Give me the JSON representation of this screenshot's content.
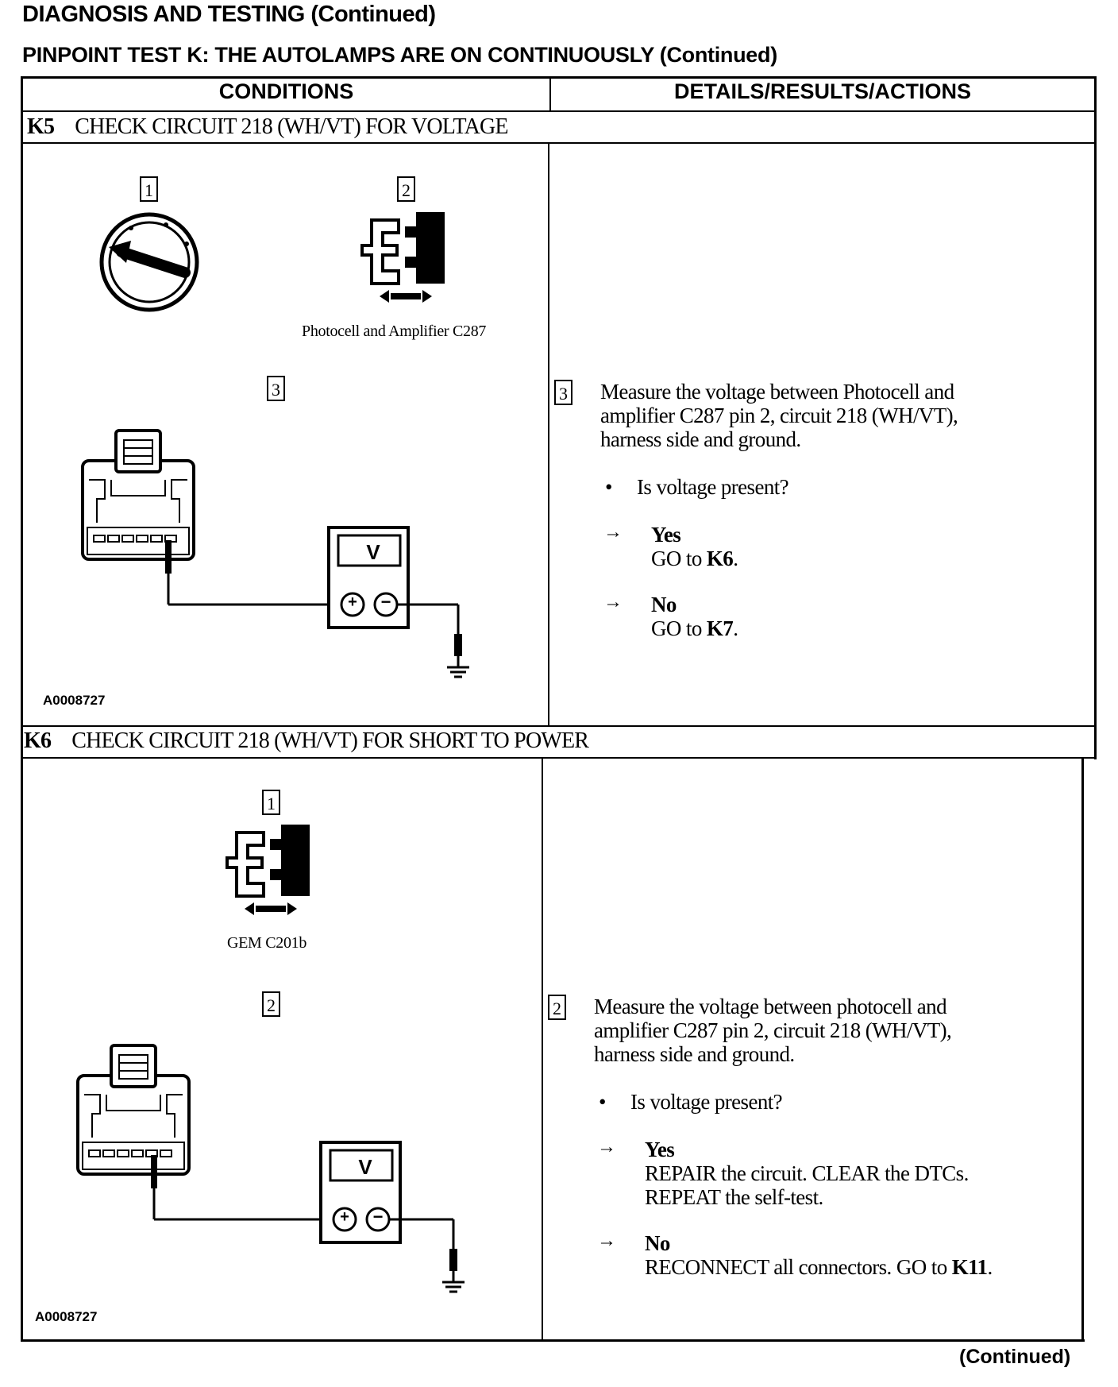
{
  "header": {
    "title": "DIAGNOSIS AND TESTING (Continued)",
    "subtitle": "PINPOINT TEST K: THE AUTOLAMPS ARE ON CONTINUOUSLY (Continued)"
  },
  "table": {
    "col_conditions": "CONDITIONS",
    "col_details": "DETAILS/RESULTS/ACTIONS"
  },
  "k5": {
    "step": "K5",
    "title": "CHECK CIRCUIT 218 (WH/VT) FOR VOLTAGE",
    "callout1": "1",
    "callout2": "2",
    "callout3": "3",
    "connector_label": "Photocell and Amplifier C287",
    "figure_id": "A0008727",
    "meter_label": "V",
    "plus": "+",
    "minus": "−",
    "instruction_num": "3",
    "instruction_line1": "Measure the voltage between Photocell and",
    "instruction_line2": "amplifier C287 pin 2, circuit 218 (WH/VT),",
    "instruction_line3": "harness side and ground.",
    "question": "Is voltage present?",
    "yes_label": "Yes",
    "yes_action_prefix": "GO to ",
    "yes_action_bold": "K6",
    "yes_action_suffix": ".",
    "no_label": "No",
    "no_action_prefix": "GO to ",
    "no_action_bold": "K7",
    "no_action_suffix": "."
  },
  "k6": {
    "step": "K6",
    "title": "CHECK CIRCUIT 218 (WH/VT) FOR SHORT TO POWER",
    "callout1": "1",
    "callout2": "2",
    "connector_label": "GEM C201b",
    "figure_id": "A0008727",
    "meter_label": "V",
    "plus": "+",
    "minus": "−",
    "instruction_num": "2",
    "instruction_line1": "Measure the voltage between photocell and",
    "instruction_line2": "amplifier C287 pin 2, circuit 218 (WH/VT),",
    "instruction_line3": "harness side and ground.",
    "question": "Is voltage present?",
    "yes_label": "Yes",
    "yes_action1": "REPAIR the circuit. CLEAR the DTCs.",
    "yes_action2": "REPEAT the self-test.",
    "no_label": "No",
    "no_action_prefix": "RECONNECT all connectors. GO to ",
    "no_action_bold": "K11",
    "no_action_suffix": "."
  },
  "footer": {
    "continued": "(Continued)"
  }
}
